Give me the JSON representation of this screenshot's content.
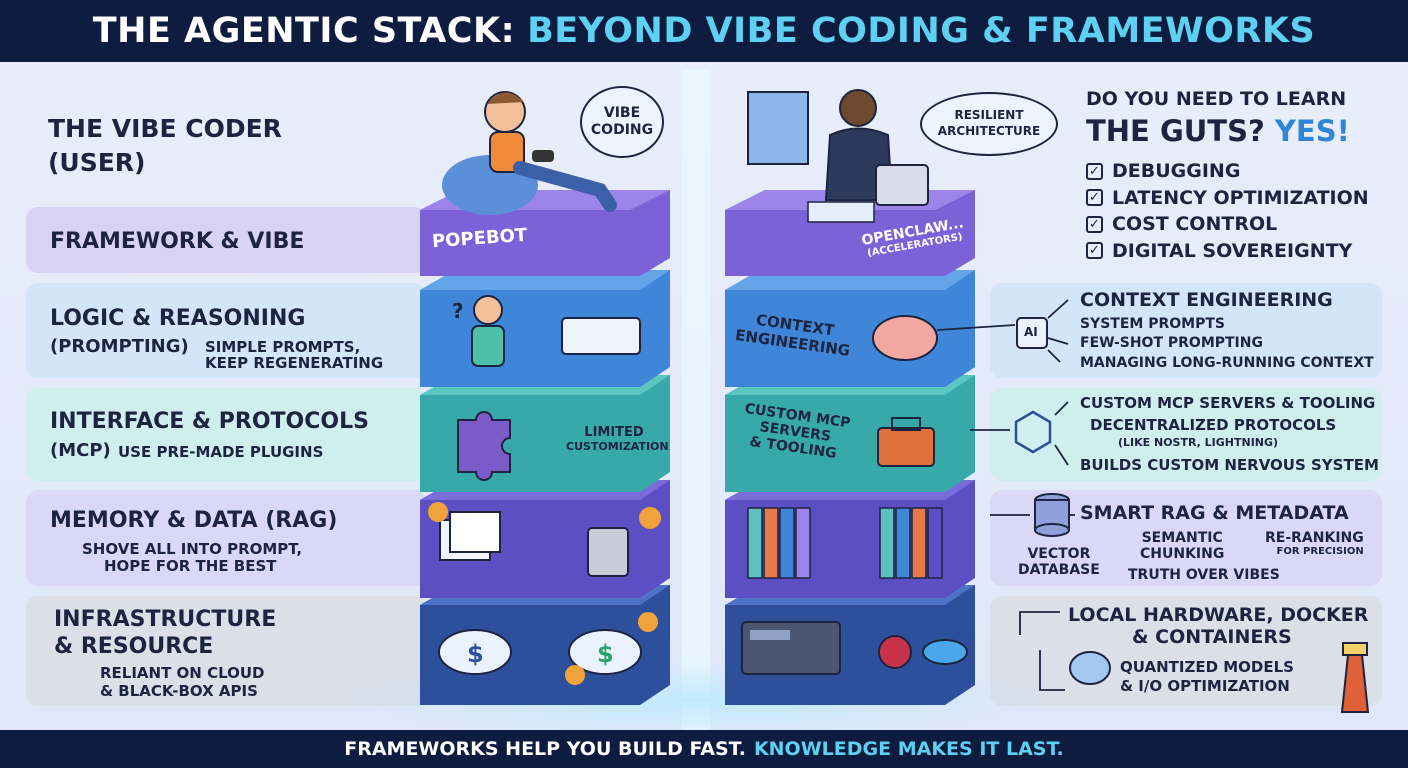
{
  "title": {
    "part1": "THE AGENTIC STACK:",
    "part2": "BEYOND VIBE CODING & FRAMEWORKS"
  },
  "left": {
    "header_line1": "THE VIBE CODER",
    "header_line2": "(USER)",
    "bubble": "VIBE CODING",
    "layers": [
      {
        "name": "FRAMEWORK & VIBE"
      },
      {
        "name": "LOGIC & REASONING",
        "sub_prefix": "(PROMPTING)",
        "desc1": "SIMPLE PROMPTS,",
        "desc2": "KEEP REGENERATING"
      },
      {
        "name": "INTERFACE & PROTOCOLS",
        "sub_prefix": "(MCP)",
        "desc1": "USE PRE-MADE PLUGINS"
      },
      {
        "name": "MEMORY & DATA (RAG)",
        "desc1": "SHOVE ALL INTO PROMPT,",
        "desc2": "HOPE FOR THE BEST"
      },
      {
        "name_line1": "INFRASTRUCTURE",
        "name_line2": "& RESOURCE",
        "desc1": "RELIANT ON CLOUD",
        "desc2": "& BLACK-BOX APIS"
      }
    ],
    "block_labels": {
      "top": "POPEBOT",
      "interface_line1": "LIMITED",
      "interface_line2": "CUSTOMIZATION"
    }
  },
  "right": {
    "bubble_line1": "RESILIENT",
    "bubble_line2": "ARCHITECTURE",
    "question_line1": "DO YOU NEED TO LEARN",
    "question_line2": "THE GUTS?",
    "answer": "YES!",
    "checklist": [
      "DEBUGGING",
      "LATENCY OPTIMIZATION",
      "COST CONTROL",
      "DIGITAL SOVEREIGNTY"
    ],
    "block_labels": {
      "top_line1": "OPENCLAW...",
      "top_line2": "(ACCELERATORS)",
      "context_line1": "CONTEXT",
      "context_line2": "ENGINEERING",
      "mcp_line1": "CUSTOM MCP",
      "mcp_line2": "SERVERS",
      "mcp_line3": "& TOOLING"
    },
    "context": {
      "heading": "CONTEXT ENGINEERING",
      "items": [
        "SYSTEM PROMPTS",
        "FEW-SHOT PROMPTING",
        "MANAGING LONG-RUNNING CONTEXT"
      ],
      "chip": "AI"
    },
    "mcp": {
      "heading": "CUSTOM MCP SERVERS & TOOLING",
      "item1": "DECENTRALIZED PROTOCOLS",
      "item1_note": "(LIKE NOSTR, LIGHTNING)",
      "item2": "BUILDS CUSTOM NERVOUS SYSTEM"
    },
    "rag": {
      "heading": "SMART RAG & METADATA",
      "db_line1": "VECTOR",
      "db_line2": "DATABASE",
      "chunk_line1": "SEMANTIC",
      "chunk_line2": "CHUNKING",
      "rerank_line1": "RE-RANKING",
      "rerank_line2": "FOR PRECISION",
      "truth": "TRUTH OVER VIBES"
    },
    "infra": {
      "heading_line1": "LOCAL HARDWARE, DOCKER",
      "heading_line2": "& CONTAINERS",
      "item_line1": "QUANTIZED MODELS",
      "item_line2": "& I/O OPTIMIZATION"
    }
  },
  "footer": {
    "part1": "FRAMEWORKS HELP YOU BUILD FAST.",
    "part2": "KNOWLEDGE MAKES IT LAST."
  },
  "colors": {
    "navy": "#0e1c3f",
    "cyan": "#5ed0f2",
    "purple_block": "#7b62d6",
    "blue_block": "#3f86d8",
    "teal_block": "#37a9a8",
    "indigo_block": "#5c4fc3",
    "dark_block": "#2d4f9c"
  }
}
